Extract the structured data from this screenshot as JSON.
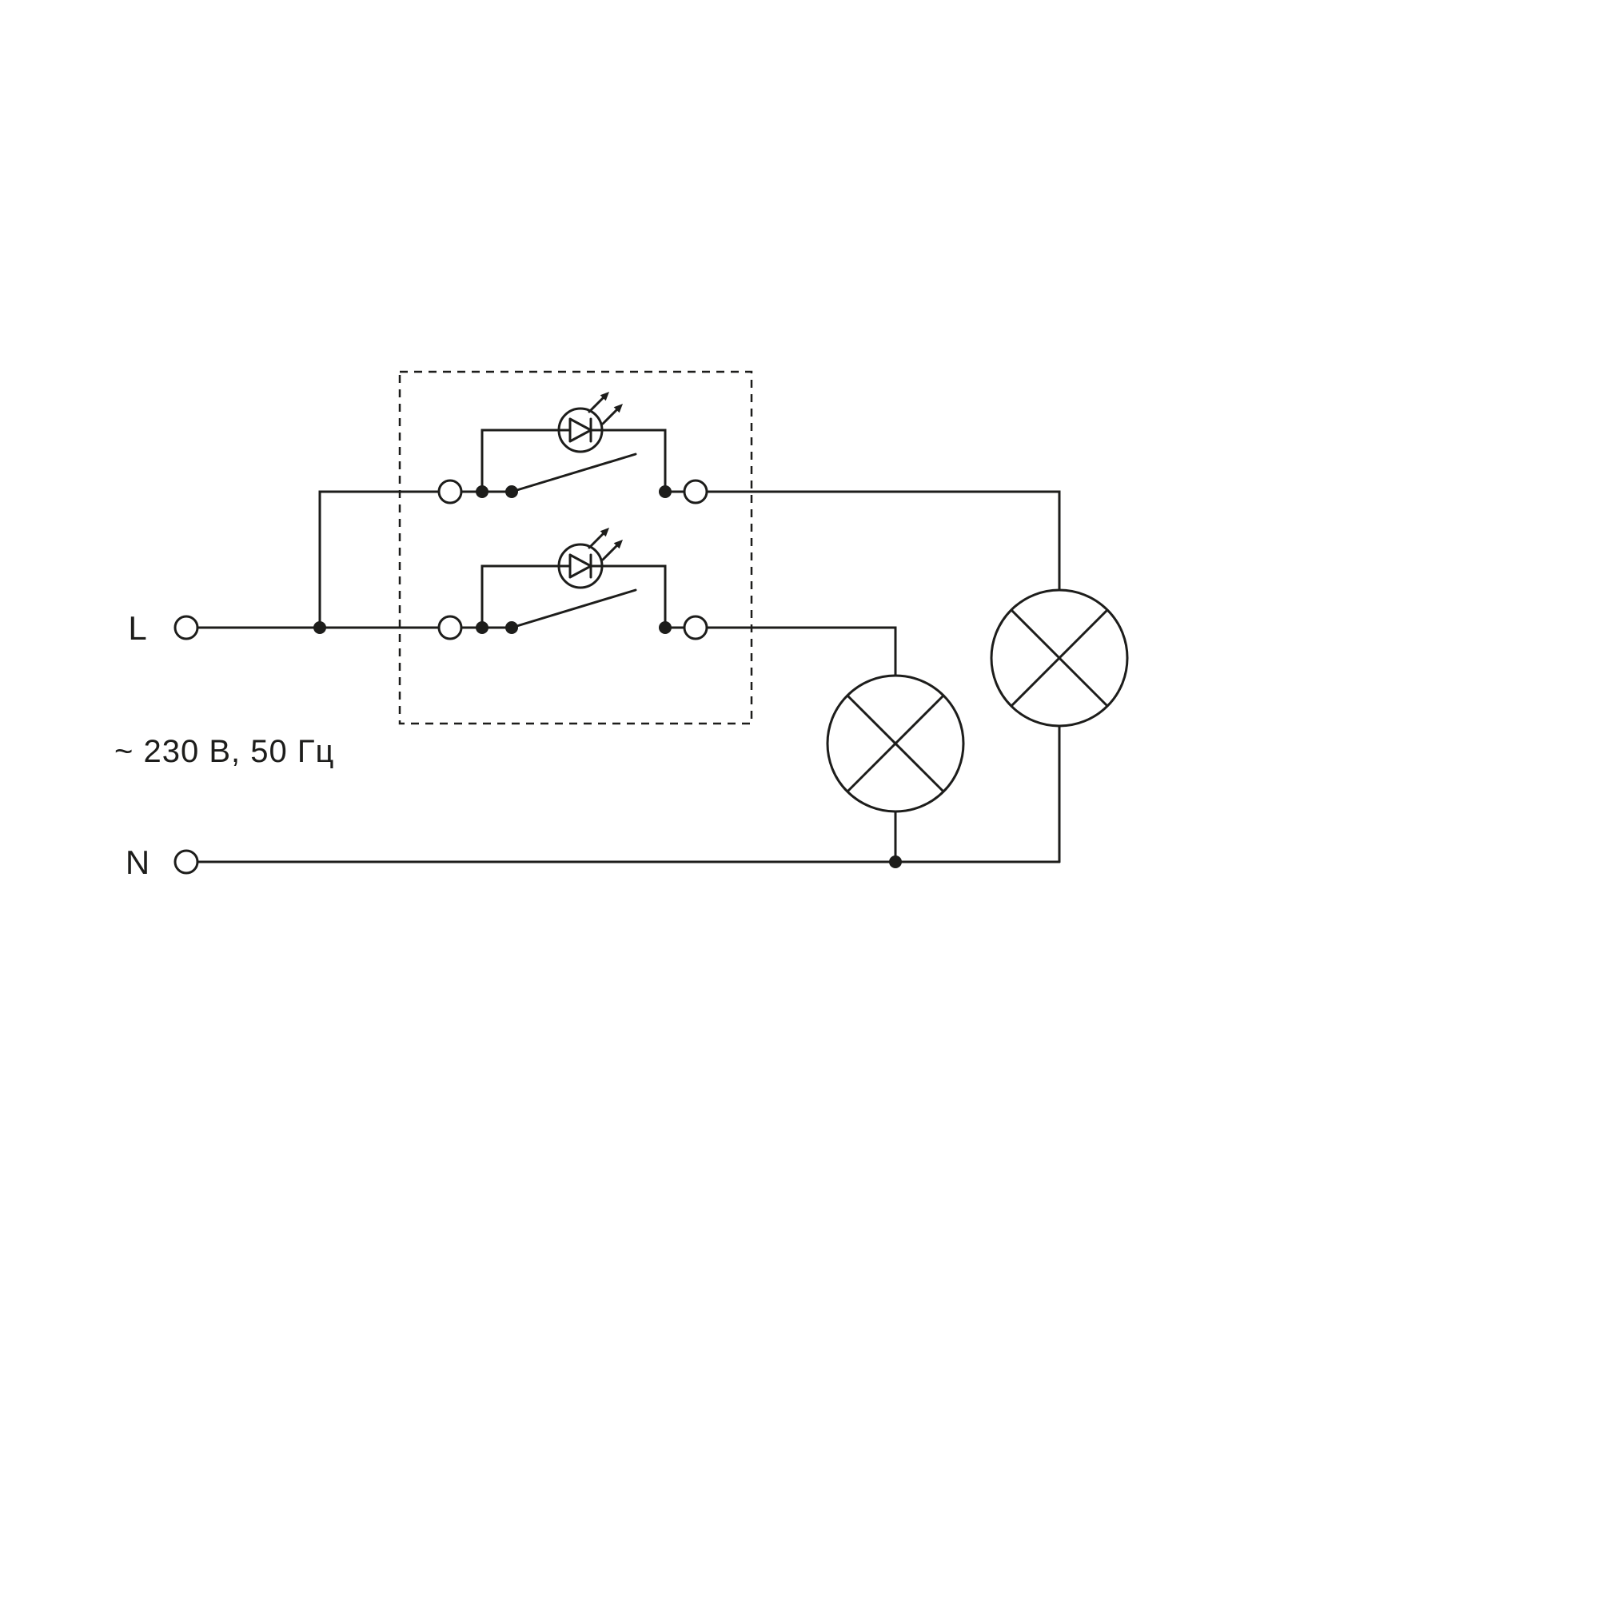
{
  "diagram": {
    "type": "electrical-wiring-schematic",
    "labels": {
      "line_terminal": "L",
      "neutral_terminal": "N",
      "voltage_rating": "~ 230 В, 50 Гц"
    },
    "colors": {
      "stroke": "#1d1d1b",
      "background": "#ffffff"
    },
    "components": {
      "switch_unit": "two-gang-switch-with-led-indicators",
      "switch_count": 2,
      "led_indicator_count": 2,
      "lamp_count": 2
    }
  }
}
